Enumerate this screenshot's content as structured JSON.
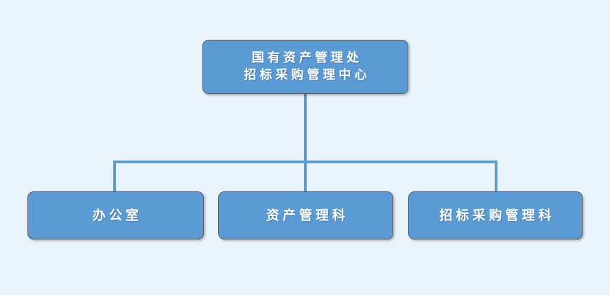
{
  "diagram": {
    "type": "organization-chart",
    "background_color": "#e9f3fb",
    "node_fill_color": "#5b9bd5",
    "node_border_color": "#595959",
    "node_text_color": "#ffffff",
    "connector_color": "#5b9bd5",
    "root": {
      "lines": [
        "国有资产管理处",
        "招标采购管理中心"
      ]
    },
    "children": [
      {
        "label": "办公室"
      },
      {
        "label": "资产管理科"
      },
      {
        "label": "招标采购管理科"
      }
    ]
  }
}
